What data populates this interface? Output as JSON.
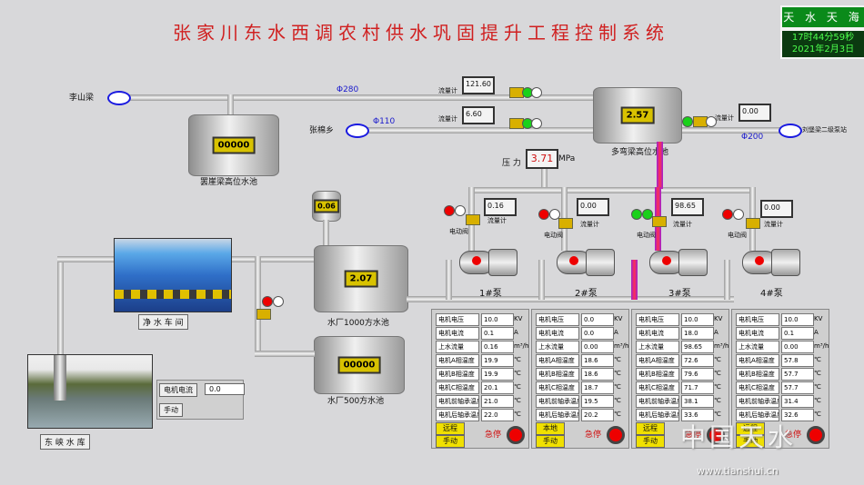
{
  "header": {
    "title": "张家川东水西调农村供水巩固提升工程控制系统",
    "weather": "天 水 天 海",
    "time": "17时44分59秒",
    "date": "2021年2月3日"
  },
  "pipes": {
    "d280": "Φ280",
    "d110": "Φ110",
    "d200": "Φ200"
  },
  "places": {
    "lishanliang": "李山梁",
    "zhangmian": "张棉乡",
    "liuboliang": "刘堡梁二级泵站"
  },
  "tanks": {
    "jijialiang": {
      "label": "罢崖梁高位水池",
      "value": "00000"
    },
    "duowanliang": {
      "label": "多弯梁高位水池",
      "value": "2.57"
    },
    "small": {
      "value": "0.06"
    },
    "plant1000": {
      "label": "水厂1000方水池",
      "value": "2.07"
    },
    "plant500": {
      "label": "水厂500方水池",
      "value": "00000"
    }
  },
  "flowmeters": {
    "label": "流量计",
    "top1": "121.60",
    "top2": "6.60",
    "right": "0.00",
    "p1": "0.16",
    "p2": "0.00",
    "p3": "98.65",
    "p4": "0.00"
  },
  "pressure": {
    "label": "压 力",
    "value": "3.71",
    "unit": "MPa"
  },
  "valves": {
    "label": "电动阀"
  },
  "pumps": [
    "1#泵",
    "2#泵",
    "3#泵",
    "4#泵"
  ],
  "areas": {
    "clean_water": "净 水 车 间",
    "reservoir": "东 峡 水 库"
  },
  "reservoir_panel": {
    "current_label": "电机电流",
    "current_value": "0.0",
    "mode": "手动"
  },
  "panels": [
    {
      "rows": [
        {
          "k": "电机电压",
          "v": "10.0",
          "u": "KV"
        },
        {
          "k": "电机电流",
          "v": "0.1",
          "u": "A"
        },
        {
          "k": "上水流量",
          "v": "0.16",
          "u": "m³/h"
        },
        {
          "k": "电机A相温度",
          "v": "19.9",
          "u": "℃"
        },
        {
          "k": "电机B相温度",
          "v": "19.9",
          "u": "℃"
        },
        {
          "k": "电机C相温度",
          "v": "20.1",
          "u": "℃"
        },
        {
          "k": "电机前轴承温度",
          "v": "21.0",
          "u": "℃"
        },
        {
          "k": "电机后轴承温度",
          "v": "22.0",
          "u": "℃"
        }
      ],
      "btn1": "远程",
      "btn2": "手动",
      "estop": "急停"
    },
    {
      "rows": [
        {
          "k": "电机电压",
          "v": "0.0",
          "u": "KV"
        },
        {
          "k": "电机电流",
          "v": "0.0",
          "u": "A"
        },
        {
          "k": "上水流量",
          "v": "0.00",
          "u": "m³/h"
        },
        {
          "k": "电机A相温度",
          "v": "18.6",
          "u": "℃"
        },
        {
          "k": "电机B相温度",
          "v": "18.6",
          "u": "℃"
        },
        {
          "k": "电机C相温度",
          "v": "18.7",
          "u": "℃"
        },
        {
          "k": "电机前轴承温度",
          "v": "19.5",
          "u": "℃"
        },
        {
          "k": "电机后轴承温度",
          "v": "20.2",
          "u": "℃"
        }
      ],
      "btn1": "本地",
      "btn2": "手动",
      "estop": "急停"
    },
    {
      "rows": [
        {
          "k": "电机电压",
          "v": "10.0",
          "u": "KV"
        },
        {
          "k": "电机电流",
          "v": "18.0",
          "u": "A"
        },
        {
          "k": "上水流量",
          "v": "98.65",
          "u": "m³/h"
        },
        {
          "k": "电机A相温度",
          "v": "72.6",
          "u": "℃"
        },
        {
          "k": "电机B相温度",
          "v": "79.6",
          "u": "℃"
        },
        {
          "k": "电机C相温度",
          "v": "71.7",
          "u": "℃"
        },
        {
          "k": "电机前轴承温度",
          "v": "38.1",
          "u": "℃"
        },
        {
          "k": "电机后轴承温度",
          "v": "33.6",
          "u": "℃"
        }
      ],
      "btn1": "远程",
      "btn2": "手动",
      "estop": "急停"
    },
    {
      "rows": [
        {
          "k": "电机电压",
          "v": "10.0",
          "u": "KV"
        },
        {
          "k": "电机电流",
          "v": "0.1",
          "u": "A"
        },
        {
          "k": "上水流量",
          "v": "0.00",
          "u": "m³/h"
        },
        {
          "k": "电机A相温度",
          "v": "57.8",
          "u": "℃"
        },
        {
          "k": "电机B相温度",
          "v": "57.7",
          "u": "℃"
        },
        {
          "k": "电机C相温度",
          "v": "57.7",
          "u": "℃"
        },
        {
          "k": "电机前轴承温度",
          "v": "31.4",
          "u": "℃"
        },
        {
          "k": "电机后轴承温度",
          "v": "32.6",
          "u": "℃"
        }
      ],
      "btn1": "远程",
      "btn2": "手动",
      "estop": "急停"
    }
  ],
  "watermark": {
    "text": "中国天水",
    "url": "www.tianshui.cn"
  }
}
